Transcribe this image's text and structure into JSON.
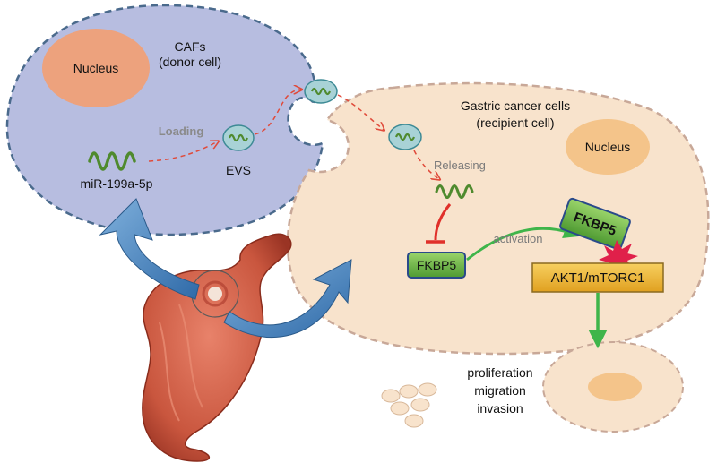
{
  "donor_cell": {
    "title_line1": "CAFs",
    "title_line2": "(donor cell)",
    "nucleus": "Nucleus",
    "mirna": "miR-199a-5p",
    "loading": "Loading",
    "evs": "EVS"
  },
  "recipient_cell": {
    "title_line1": "Gastric cancer cells",
    "title_line2": "(recipient cell)",
    "nucleus": "Nucleus",
    "releasing": "Releasing",
    "fkbp5_inhibited": "FKBP5",
    "fkbp5_active": "FKBP5",
    "activation": "activation",
    "pathway": "AKT1/mTORC1"
  },
  "outcomes": {
    "line1": "proliferation",
    "line2": "migration",
    "line3": "invasion"
  },
  "colors": {
    "donor_cell_fill": "#b7bde0",
    "donor_cell_border": "#4a6a8c",
    "recipient_cell_fill": "#f8e3cc",
    "recipient_cell_border": "#c8a898",
    "nucleus_fill": "#eda27d",
    "recipient_nucleus_fill": "#f4c48a",
    "vesicle_fill": "#a8d2d6",
    "mirna_stroke": "#4f8a2e",
    "dashed_arrow": "#e04a3a",
    "inhibit": "#e0302a",
    "activation_arrow": "#3fb54a",
    "fkbp5_fill": "#6cb84a",
    "pathway_fill": "#f0b830",
    "blue_arrow": "#3a7ab8"
  }
}
